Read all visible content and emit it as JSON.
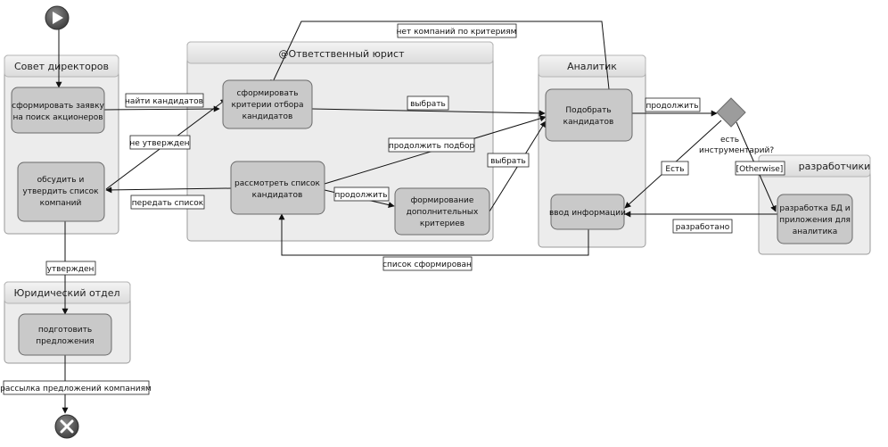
{
  "lanes": {
    "board": "Совет директоров",
    "lawyer": "@Ответственный юрист",
    "analyst": "Аналитик",
    "legal": "Юридический отдел",
    "developers": "разработчики"
  },
  "nodes": {
    "create_request": [
      "сформировать заявку",
      "на поиск акционеров"
    ],
    "discuss_list": [
      "обсудить и",
      "утвердить список",
      "компаний"
    ],
    "form_criteria": [
      "сформировать",
      "критерии отбора",
      "кандидатов"
    ],
    "review_candidates": [
      "рассмотреть список",
      "кандидатов"
    ],
    "additional_criteria": [
      "формирование",
      "дополнительных",
      "критериев"
    ],
    "select_candidates": [
      "Подобрать",
      "кандидатов"
    ],
    "input_info": [
      "ввод информации"
    ],
    "dev_db": [
      "разработка БД и",
      "приложения для",
      "аналитика"
    ],
    "prepare_offers": [
      "подготовить",
      "предложения"
    ]
  },
  "decision": {
    "question": [
      "есть",
      "инструментарий?"
    ]
  },
  "edge_labels": {
    "no_companies": "нет компаний по критериям",
    "find_candidates": "найти кандидатов",
    "not_approved": "не утвержден",
    "pass_list": "передать список",
    "choose": "выбрать",
    "continue_search": "продолжить подбор",
    "choose_2": "выбрать",
    "proceed": "продолжить",
    "proceed_2": "продолжить",
    "yes": "Есть",
    "otherwise": "[Otherwise]",
    "developed": "разработано",
    "list_formed": "список сформирован",
    "approved": "утвержден",
    "send_offers": "рассылка предложений компаниям"
  },
  "icons": {
    "start": "play-icon",
    "end": "close-icon"
  }
}
